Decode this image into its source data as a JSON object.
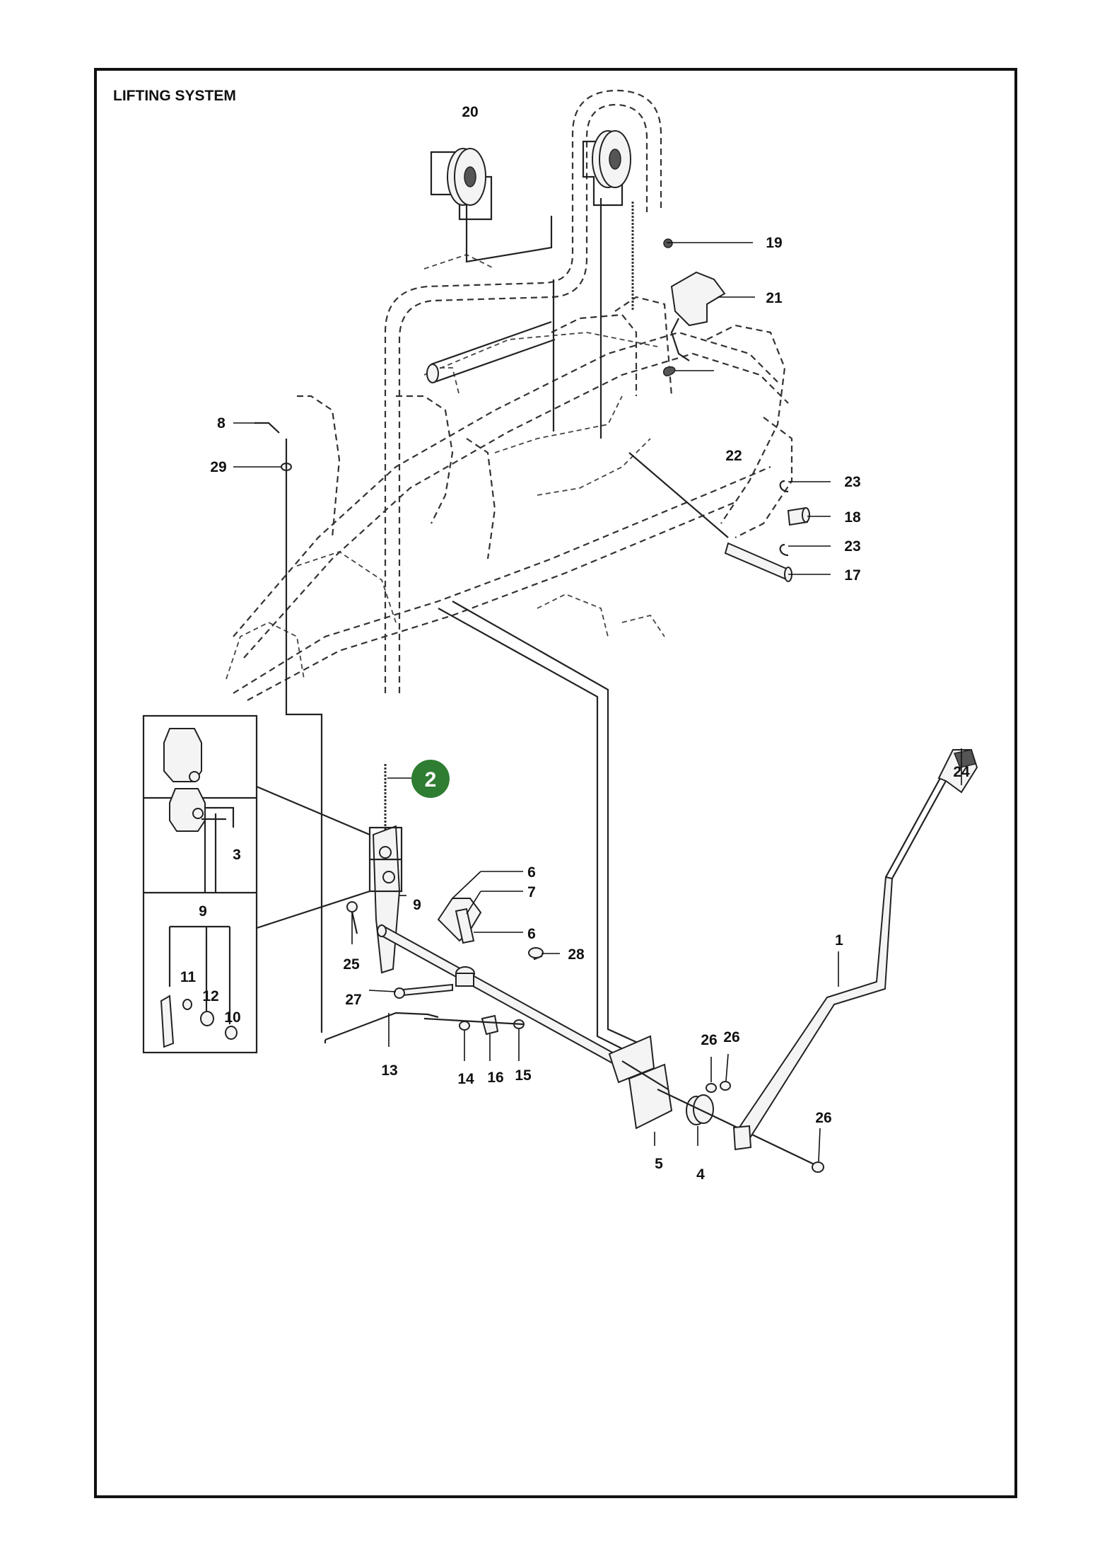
{
  "title": "LIFTING SYSTEM",
  "badge": "2",
  "callouts": {
    "c1": "1",
    "c3": "3",
    "c4": "4",
    "c5": "5",
    "c6a": "6",
    "c6b": "6",
    "c7": "7",
    "c8": "8",
    "c9a": "9",
    "c9b": "9",
    "c10": "10",
    "c11": "11",
    "c12": "12",
    "c13": "13",
    "c14": "14",
    "c15": "15",
    "c16": "16",
    "c17": "17",
    "c18": "18",
    "c19": "19",
    "c20": "20",
    "c21": "21",
    "c22": "22",
    "c23a": "23",
    "c23b": "23",
    "c24": "24",
    "c25": "25",
    "c26a": "26",
    "c26b": "26",
    "c26c": "26",
    "c27": "27",
    "c28": "28",
    "c29": "29"
  },
  "colors": {
    "badge": "#2e7d32",
    "ink": "#111111"
  }
}
